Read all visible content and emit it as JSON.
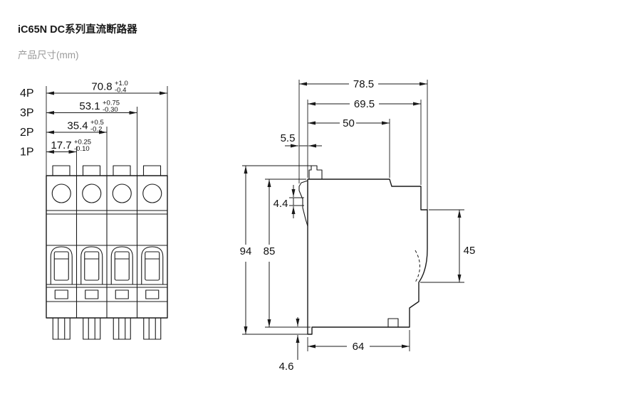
{
  "header": {
    "title": "iC65N DC系列直流断路器",
    "subtitle": "产品尺寸(mm)"
  },
  "front_view": {
    "description": "front view of 4-pole breaker with pole-width dimensions",
    "dims": [
      {
        "pole": "4P",
        "value": "70.8",
        "tol_up": "+1.0",
        "tol_dn": "-0.4"
      },
      {
        "pole": "3P",
        "value": "53.1",
        "tol_up": "+0.75",
        "tol_dn": "-0.30"
      },
      {
        "pole": "2P",
        "value": "35.4",
        "tol_up": "+0.5",
        "tol_dn": "-0.2"
      },
      {
        "pole": "1P",
        "value": "17.7",
        "tol_up": "+0.25",
        "tol_dn": "-0.10"
      }
    ]
  },
  "side_view": {
    "description": "side profile view with overall dimensions",
    "dims": {
      "overall_depth_top": "78.5",
      "depth_mid": "69.5",
      "depth_front_top": "50",
      "front_clip": "5.5",
      "clip_step": "4.4",
      "overall_height": "94",
      "body_height": "85",
      "rear_height": "45",
      "bottom_depth": "64",
      "bottom_step": "4.6"
    }
  }
}
